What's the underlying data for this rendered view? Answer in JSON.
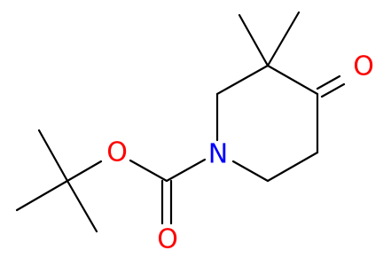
{
  "molecule": {
    "atoms": {
      "o_ketone": {
        "symbol": "O"
      },
      "o_ester": {
        "symbol": "O"
      },
      "o_carbonyl": {
        "symbol": "O"
      },
      "n_ring": {
        "symbol": "N"
      }
    },
    "colors": {
      "oxygen": "#ff0000",
      "nitrogen": "#0000ff",
      "bond": "#000000",
      "background": "#ffffff"
    }
  }
}
